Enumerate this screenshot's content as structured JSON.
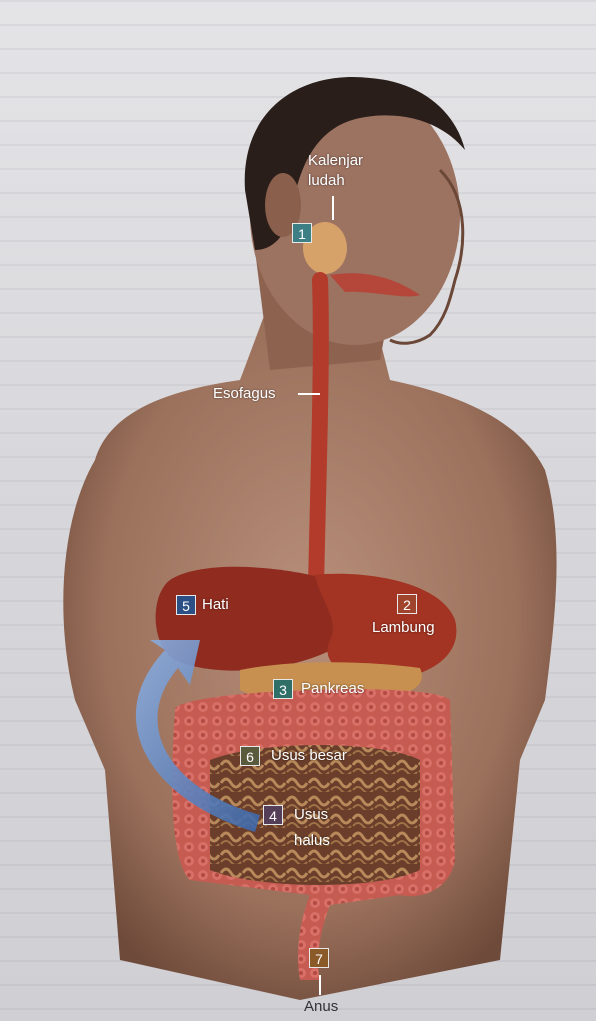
{
  "labels": {
    "kelenjar_ludah": {
      "number": "1",
      "line1": "Kalenjar",
      "line2": "ludah",
      "color": "#3d7f85"
    },
    "lambung": {
      "number": "2",
      "text": "Lambung",
      "color": "#a0442e"
    },
    "pankreas": {
      "number": "3",
      "text": "Pankreas",
      "color": "#2f6f68"
    },
    "usus_halus": {
      "number": "4",
      "line1": "Usus",
      "line2": "halus",
      "color": "#553e57"
    },
    "hati": {
      "number": "5",
      "text": "Hati",
      "color": "#2c4f86"
    },
    "usus_besar": {
      "number": "6",
      "text": "Usus besar",
      "color": "#5a5a3c"
    },
    "anus": {
      "number": "7",
      "text": "Anus",
      "color": "#8a5a28"
    },
    "esofagus": {
      "text": "Esofagus"
    }
  },
  "colors": {
    "skin": "#a77d68",
    "skin_shadow": "#6b4737",
    "hair": "#2a1e1a",
    "esophagus": "#b23b2b",
    "stomach": "#a33322",
    "liver": "#8f2c1f",
    "intestine_large": "#c75a52",
    "intestine_small": "#7a4d36",
    "arrow": "#4f7fc0"
  }
}
